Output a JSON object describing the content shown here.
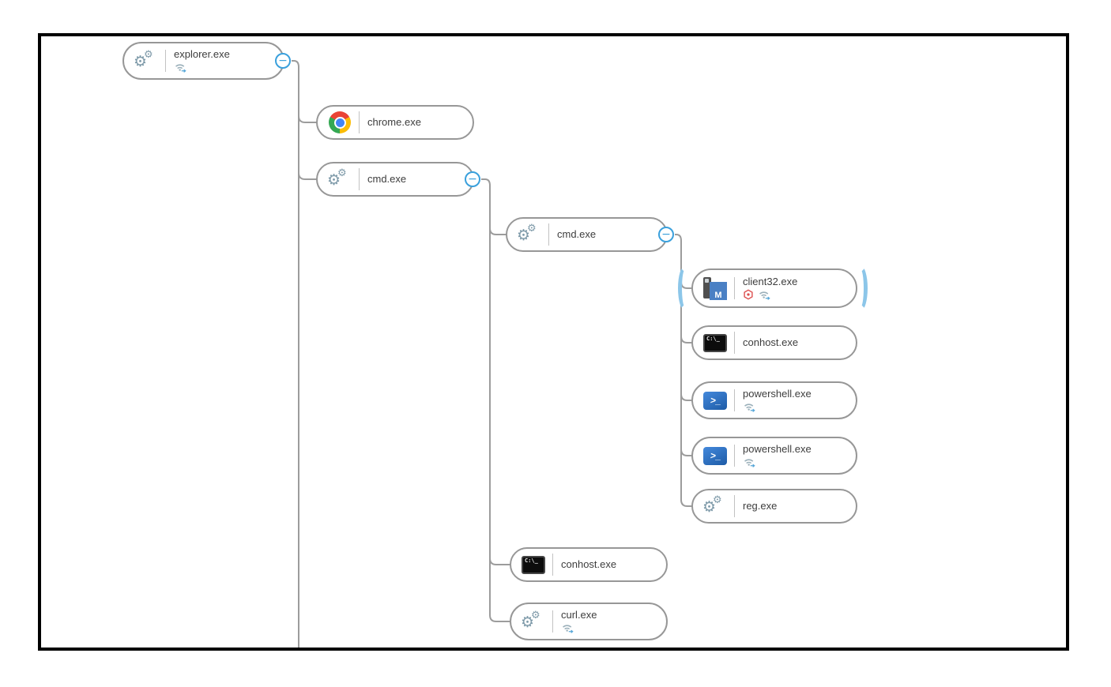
{
  "controls": {
    "collapse_glyph": "−"
  },
  "nodes": [
    {
      "id": "explorer",
      "label": "explorer.exe",
      "icon": "gears-icon",
      "indicators": [
        "network"
      ],
      "collapsible": true,
      "selected": false
    },
    {
      "id": "chrome",
      "label": "chrome.exe",
      "icon": "chrome-icon",
      "indicators": [],
      "collapsible": false,
      "selected": false
    },
    {
      "id": "cmd-1",
      "label": "cmd.exe",
      "icon": "gears-icon",
      "indicators": [],
      "collapsible": true,
      "selected": false
    },
    {
      "id": "cmd-2",
      "label": "cmd.exe",
      "icon": "gears-icon",
      "indicators": [],
      "collapsible": true,
      "selected": false
    },
    {
      "id": "client32",
      "label": "client32.exe",
      "icon": "netsupport-icon",
      "indicators": [
        "threat",
        "network"
      ],
      "collapsible": false,
      "selected": true
    },
    {
      "id": "conhost-1",
      "label": "conhost.exe",
      "icon": "console-icon",
      "indicators": [],
      "collapsible": false,
      "selected": false
    },
    {
      "id": "powershell-1",
      "label": "powershell.exe",
      "icon": "powershell-icon",
      "indicators": [
        "network"
      ],
      "collapsible": false,
      "selected": false
    },
    {
      "id": "powershell-2",
      "label": "powershell.exe",
      "icon": "powershell-icon",
      "indicators": [
        "network"
      ],
      "collapsible": false,
      "selected": false
    },
    {
      "id": "reg",
      "label": "reg.exe",
      "icon": "gears-icon",
      "indicators": [],
      "collapsible": false,
      "selected": false
    },
    {
      "id": "conhost-2",
      "label": "conhost.exe",
      "icon": "console-icon",
      "indicators": [],
      "collapsible": false,
      "selected": false
    },
    {
      "id": "curl",
      "label": "curl.exe",
      "icon": "gears-icon",
      "indicators": [
        "network"
      ],
      "collapsible": false,
      "selected": false
    }
  ],
  "icons": {
    "console_text": "C:\\_",
    "powershell_chevron": ">",
    "powershell_underscore": "_",
    "client32_letter": "M"
  },
  "colors": {
    "accent_blue": "#3aa0dc",
    "selection_blue": "#8cc6e9",
    "threat_red": "#dd4f4f",
    "node_border": "#979797",
    "connector_gray": "#9c9c9c",
    "gear_slate": "#7e9aa9"
  }
}
